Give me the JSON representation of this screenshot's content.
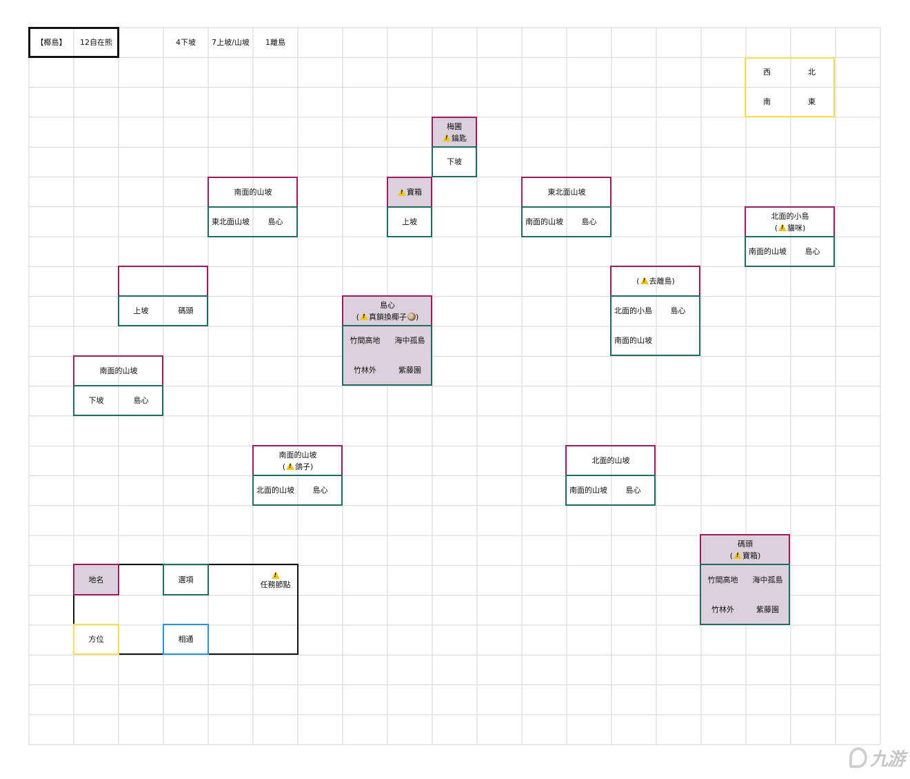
{
  "header": {
    "map_title": "【椰島】",
    "counter_bear": "12自在熊",
    "counter_down": "4下坡",
    "counter_up": "7上坡/山坡",
    "counter_island": "1離島"
  },
  "compass": {
    "west": "西",
    "north": "北",
    "south": "南",
    "east": "東"
  },
  "nodes": {
    "plum": {
      "title": "梅圃",
      "item": "鑰匙",
      "exit1": "下坡"
    },
    "chest_top": {
      "item": "寶箱",
      "exit1": "上坡"
    },
    "south_slope_top": {
      "title": "南面的山坡",
      "exit1": "東北面山坡",
      "exit2": "島心"
    },
    "ne_slope": {
      "title": "東北面山坡",
      "exit1": "南面的山坡",
      "exit2": "島心"
    },
    "north_islet": {
      "title": "北面的小島",
      "item": "貓咪",
      "exit1": "南面的山坡",
      "exit2": "島心"
    },
    "blank": {
      "exit1": "上坡",
      "exit2": "碼頭"
    },
    "island_heart": {
      "title": "島心",
      "item": "真鎖換椰子",
      "exit1": "竹間高地",
      "exit2": "海中孤島",
      "exit3": "竹林外",
      "exit4": "紫藤園"
    },
    "to_islet": {
      "item": "去離島",
      "exit1": "北面的小島",
      "exit2": "島心",
      "exit3": "南面的山坡"
    },
    "south_slope_left": {
      "title": "南面的山坡",
      "exit1": "下坡",
      "exit2": "島心"
    },
    "south_slope_dove": {
      "title": "南面的山坡",
      "item": "鴿子",
      "exit1": "北面的山坡",
      "exit2": "島心"
    },
    "north_slope": {
      "title": "北面的山坡",
      "exit1": "南面的山坡",
      "exit2": "島心"
    },
    "pier": {
      "title": "碼頭",
      "item": "寶箱",
      "exit1": "竹間高地",
      "exit2": "海中孤島",
      "exit3": "竹林外",
      "exit4": "紫藤園"
    }
  },
  "legend": {
    "place_name": "地名",
    "option": "選項",
    "task_node": "任務節點",
    "direction": "方位",
    "connected": "相通"
  },
  "colors": {
    "title_border": "#9b1b5f",
    "option_border": "#1f6b63",
    "shade": "#dcd0dd",
    "direction_border": "#f5e04a",
    "connected_border": "#2196e0",
    "warning": "#f0c419"
  },
  "watermark_icon": "jiuyou-logo"
}
